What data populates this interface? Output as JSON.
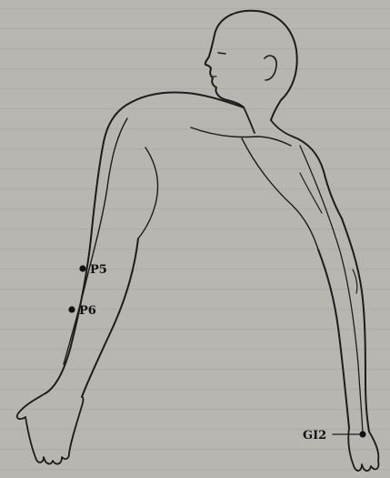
{
  "points": [
    {
      "id": "p5",
      "label": "P5"
    },
    {
      "id": "p6",
      "label": "P6"
    },
    {
      "id": "gi2",
      "label": "GI2"
    }
  ],
  "colors": {
    "paper": "#b8b6b1",
    "ink": "#1c1c1c"
  }
}
